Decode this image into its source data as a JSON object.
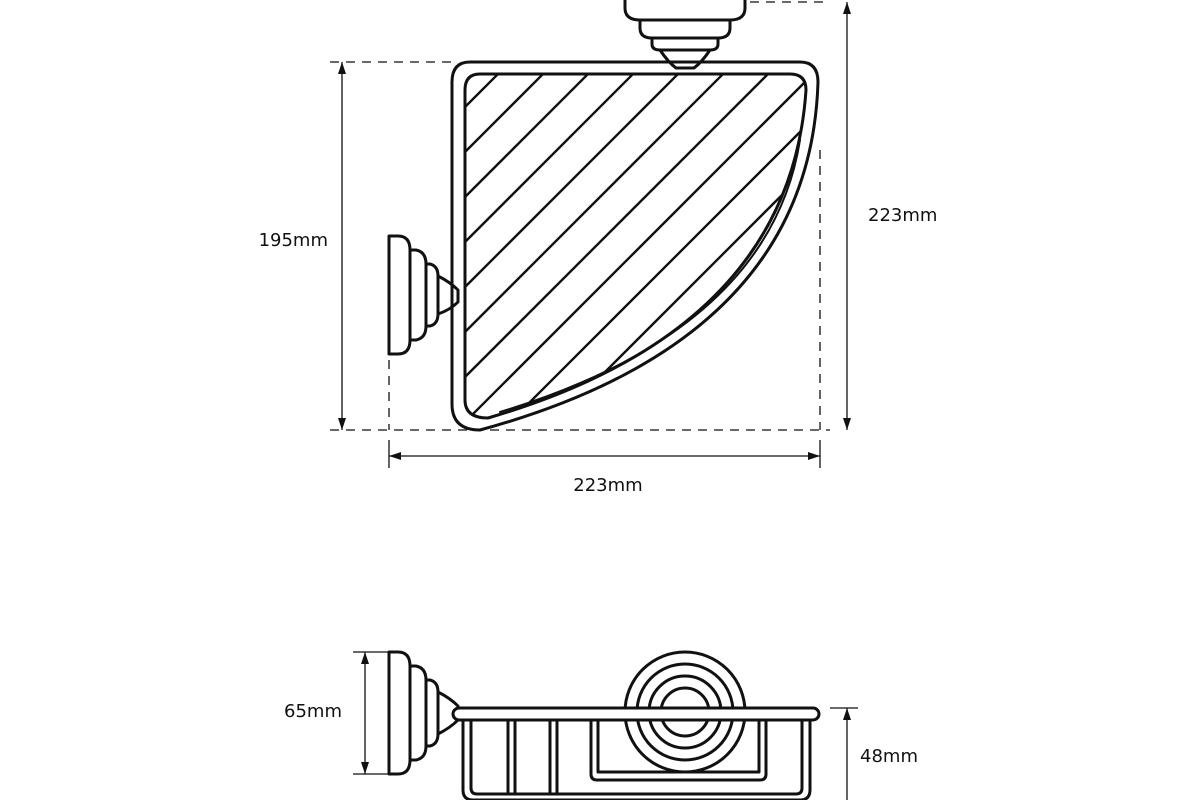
{
  "dimensions": {
    "top_width": "223mm",
    "top_height": "223mm",
    "top_depth": "195mm",
    "side_total_height": "65mm",
    "side_basket_height": "48mm"
  },
  "colors": {
    "line": "#111111",
    "background": "#ffffff"
  }
}
